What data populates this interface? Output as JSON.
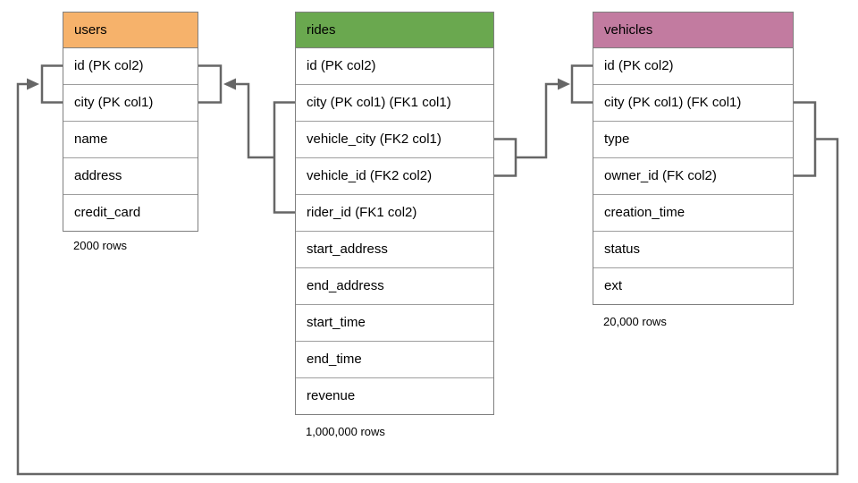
{
  "diagram": {
    "connector_color": "#666666",
    "tables": [
      {
        "name": "users",
        "header_color": "#f6b26b",
        "columns": [
          "id (PK col2)",
          "city (PK col1)",
          "name",
          "address",
          "credit_card"
        ],
        "row_count": "2000 rows"
      },
      {
        "name": "rides",
        "header_color": "#6aa84f",
        "columns": [
          "id (PK col2)",
          "city (PK col1) (FK1 col1)",
          "vehicle_city (FK2 col1)",
          "vehicle_id (FK2 col2)",
          "rider_id (FK1 col2)",
          "start_address",
          "end_address",
          "start_time",
          "end_time",
          "revenue"
        ],
        "row_count": "1,000,000 rows"
      },
      {
        "name": "vehicles",
        "header_color": "#c27ba0",
        "columns": [
          "id (PK col2)",
          "city (PK col1) (FK col1)",
          "type",
          "owner_id (FK col2)",
          "creation_time",
          "status",
          "ext"
        ],
        "row_count": "20,000 rows"
      }
    ]
  }
}
